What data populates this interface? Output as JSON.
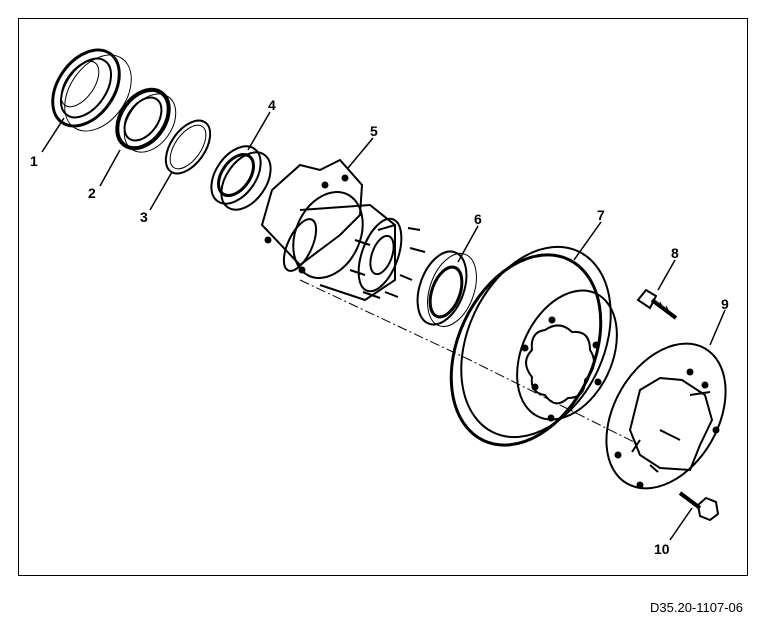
{
  "callouts": [
    {
      "id": "1",
      "label": "1"
    },
    {
      "id": "2",
      "label": "2"
    },
    {
      "id": "3",
      "label": "3"
    },
    {
      "id": "4",
      "label": "4"
    },
    {
      "id": "5",
      "label": "5"
    },
    {
      "id": "6",
      "label": "6"
    },
    {
      "id": "7",
      "label": "7"
    },
    {
      "id": "8",
      "label": "8"
    },
    {
      "id": "9",
      "label": "9"
    },
    {
      "id": "10",
      "label": "10"
    }
  ],
  "reference_code": "D35.20-1107-06",
  "colors": {
    "ink": "#000000",
    "background": "#ffffff"
  }
}
